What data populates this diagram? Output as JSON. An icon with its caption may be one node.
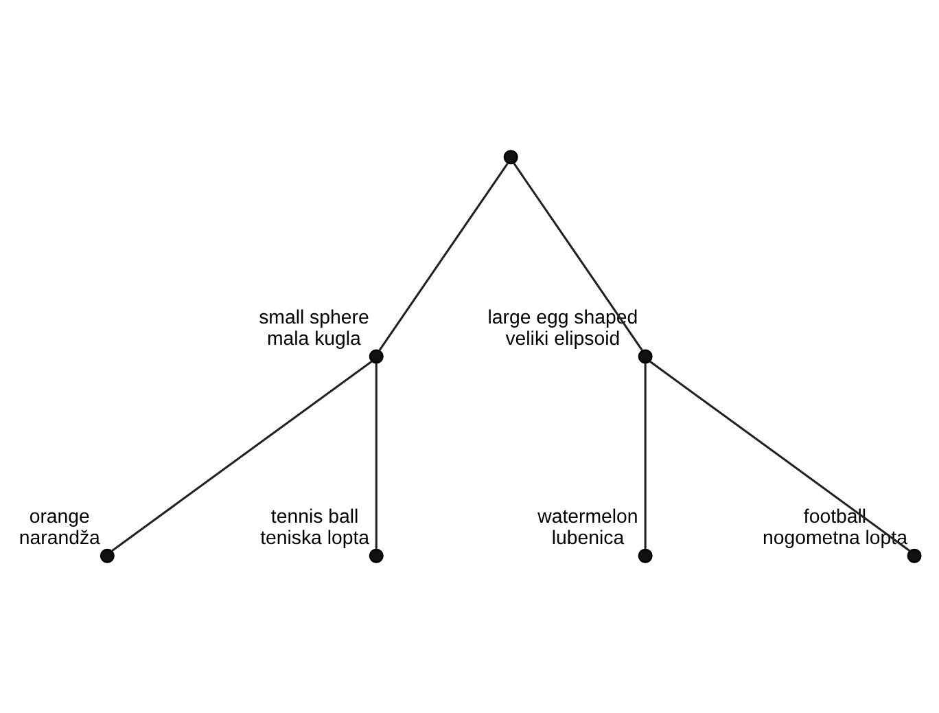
{
  "diagram": {
    "nodes": [
      {
        "text": [],
        "shape": "circle"
      },
      {
        "text": [],
        "shape": "circle",
        "beside": [
          "small sphere",
          "mala kugla"
        ]
      },
      {
        "text": [],
        "shape": "circle",
        "beside": [
          "large egg shaped",
          "veliki elipsoid"
        ]
      },
      {
        "text": [],
        "shape": "circle",
        "beside": [
          "orange",
          "narandža"
        ]
      },
      {
        "text": [],
        "shape": "circle",
        "beside": [
          "watermelon",
          "lubenica"
        ]
      },
      {
        "text": [],
        "shape": "circle",
        "beside": [
          "tennis ball",
          "teniska lopta"
        ]
      },
      {
        "text": [],
        "shape": "circle",
        "beside": [
          "football",
          "nogometna lopta"
        ]
      }
    ],
    "edges": [
      {
        "from": 0,
        "to": 1,
        "arrow": "none"
      },
      {
        "from": 0,
        "to": 2,
        "arrow": "none"
      },
      {
        "from": 1,
        "to": 3,
        "arrow": "none"
      },
      {
        "from": 1,
        "to": 5,
        "arrow": "none"
      },
      {
        "from": 2,
        "to": 4,
        "arrow": "none"
      },
      {
        "from": 2,
        "to": 6,
        "arrow": "none"
      }
    ]
  }
}
